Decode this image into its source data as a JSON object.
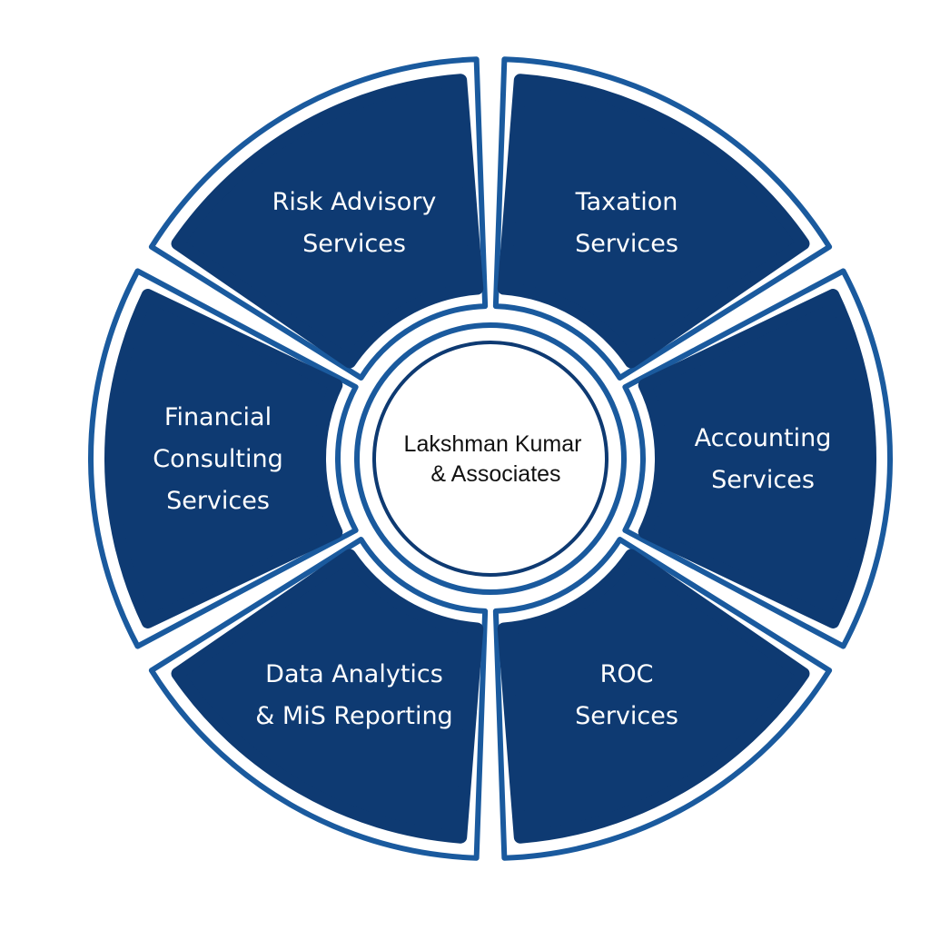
{
  "center": {
    "lines": [
      "Lakshman Kumar",
      "& Associates"
    ]
  },
  "segments": [
    {
      "id": "taxation",
      "lines": [
        "Taxation",
        "Services"
      ]
    },
    {
      "id": "accounting",
      "lines": [
        "Accounting",
        "Services"
      ]
    },
    {
      "id": "roc",
      "lines": [
        "ROC",
        "Services"
      ]
    },
    {
      "id": "data-analytics",
      "lines": [
        "Data Analytics",
        "& MiS Reporting"
      ]
    },
    {
      "id": "financial-consulting",
      "lines": [
        "Financial",
        "Consulting",
        "Services"
      ]
    },
    {
      "id": "risk-advisory",
      "lines": [
        "Risk Advisory",
        "Services"
      ]
    }
  ],
  "colors": {
    "fill": "#0e3a72",
    "outline": "#1a5a9e",
    "background": "#ffffff"
  }
}
